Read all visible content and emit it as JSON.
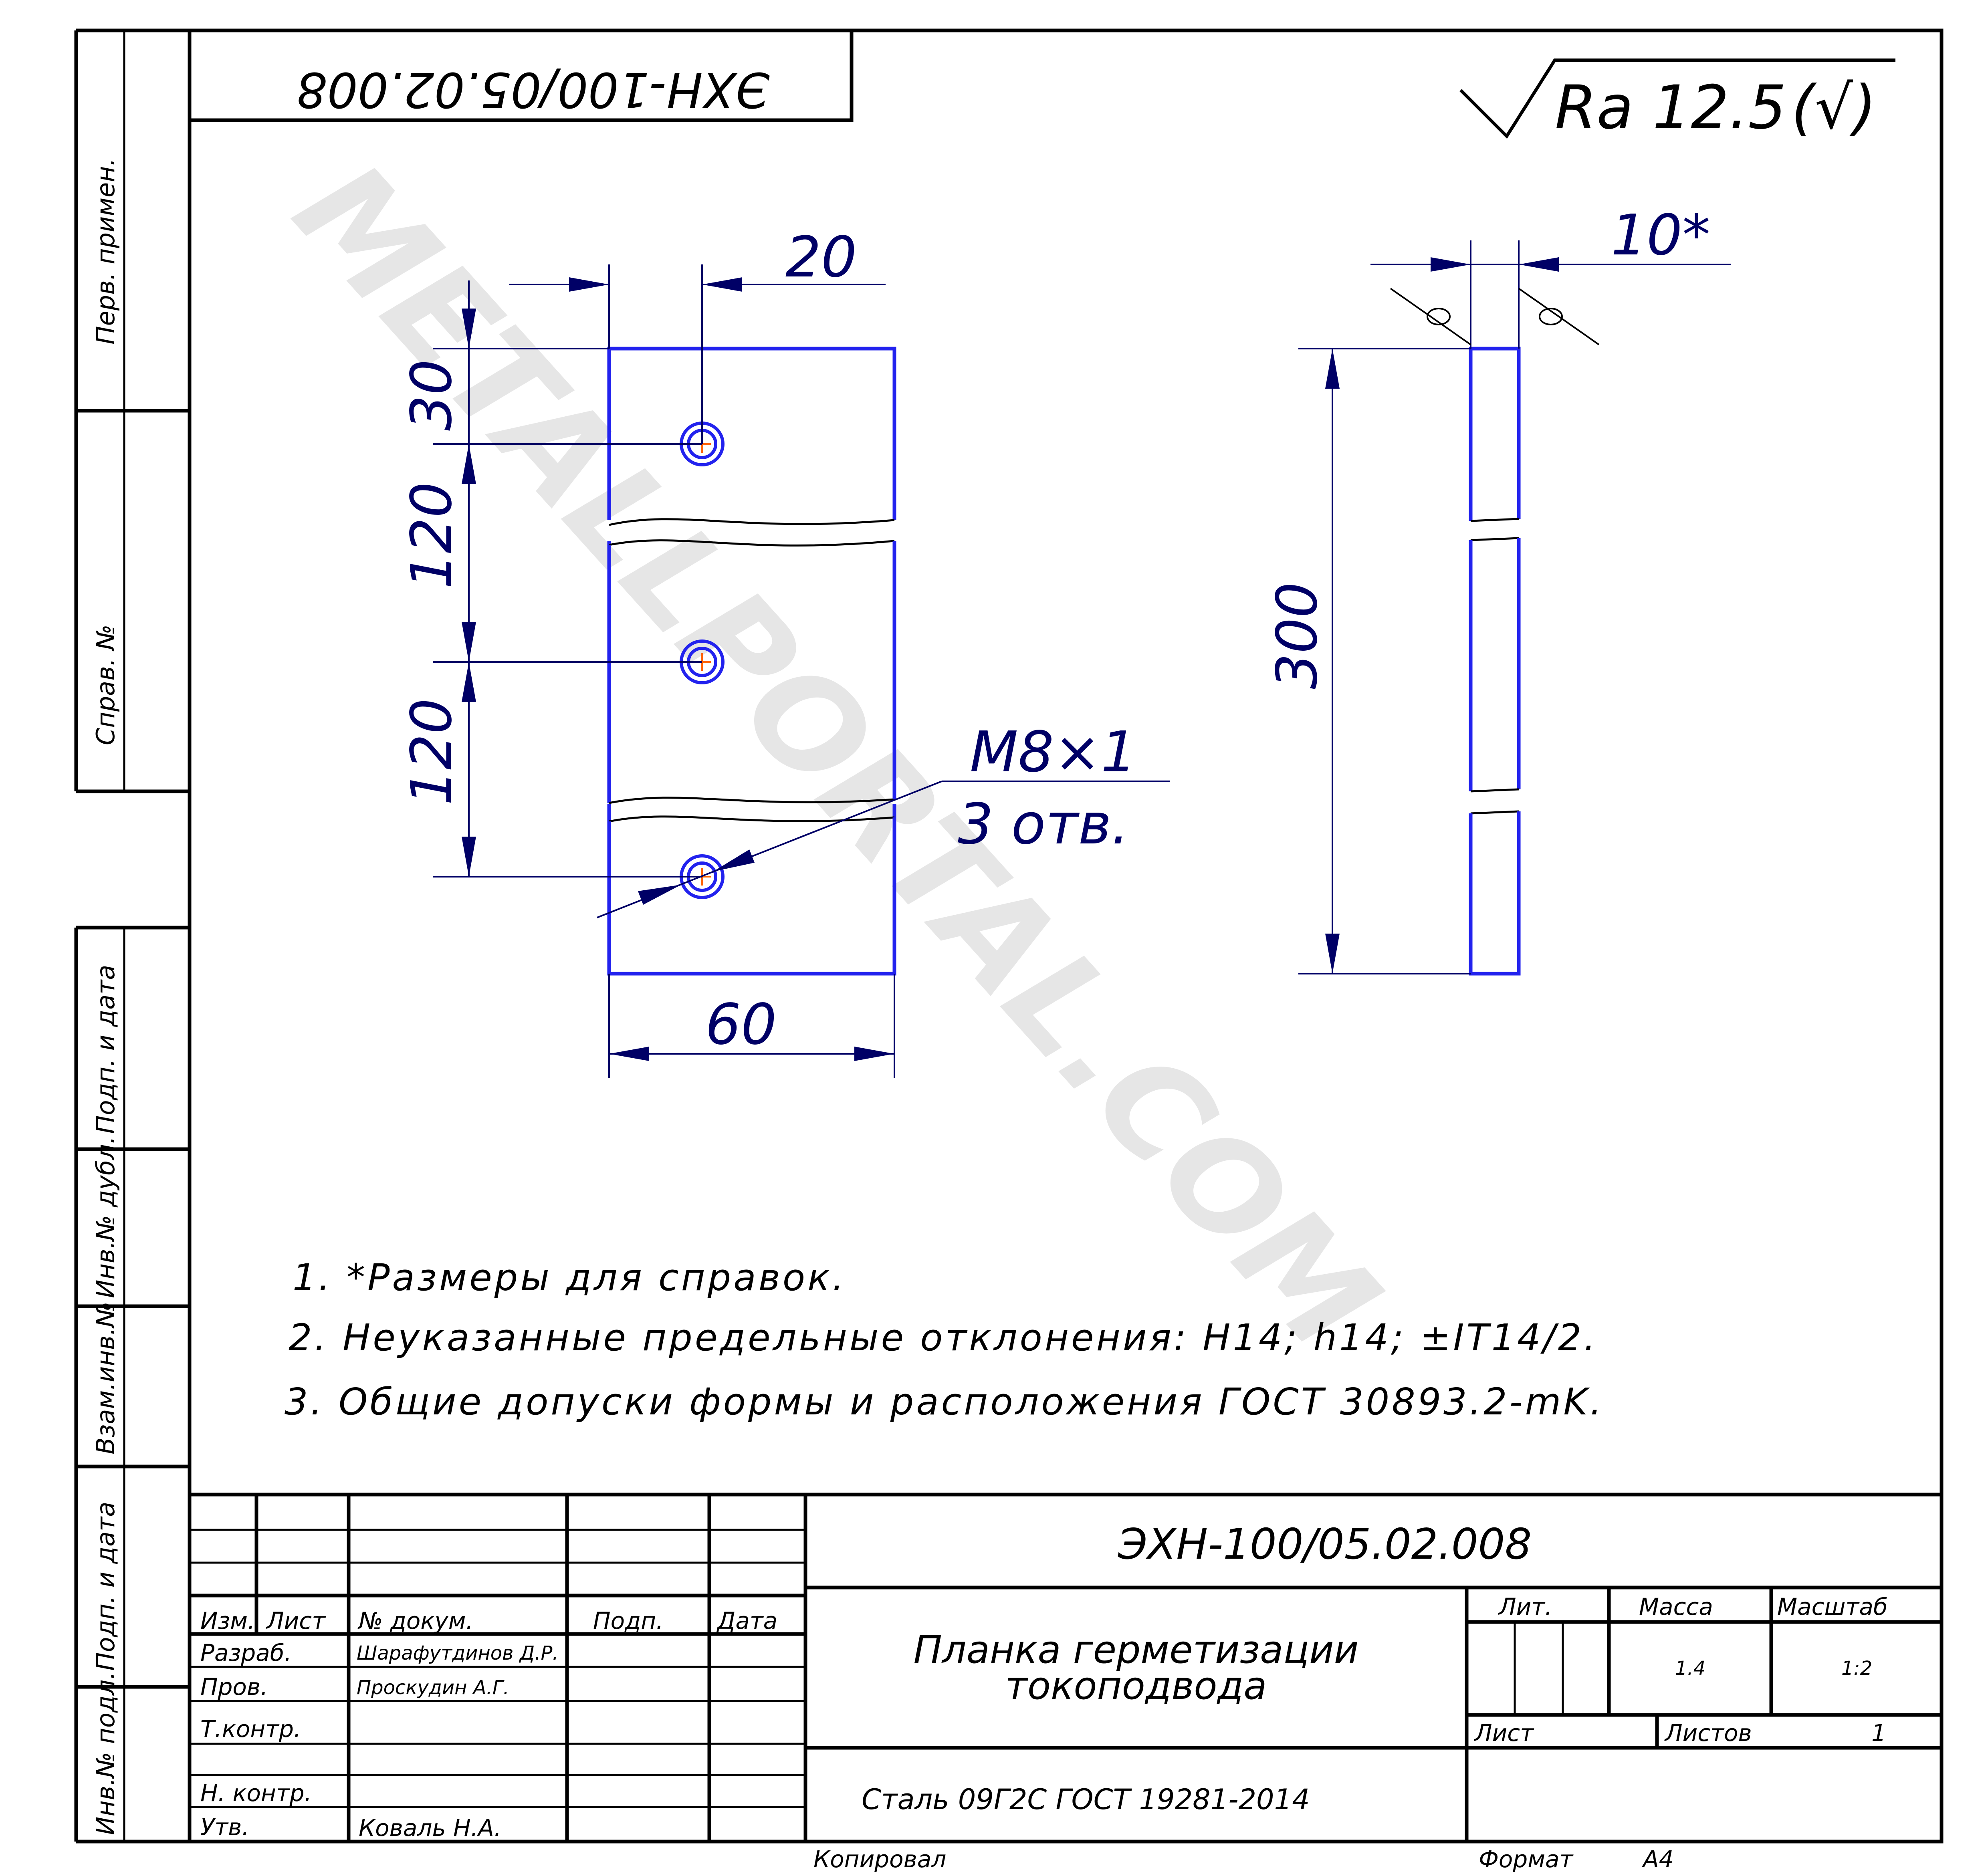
{
  "watermark": "METALLPORTAL.COM",
  "designation": "ЭХН-100/05.02.008",
  "designation_rotated": "ЭХН-100/05.02.008",
  "roughness": {
    "label": "Ra 12.5",
    "suffix": "(√)"
  },
  "dimensions": {
    "hole_offset": "20",
    "first_hole": "30",
    "pitch_1": "120",
    "pitch_2": "120",
    "width": "60",
    "length": "300",
    "thickness": "10*",
    "thread": "M8×1",
    "holes_count": "3 отв."
  },
  "notes": [
    "1.  *Размеры для справок.",
    "2. Неуказанные предельные отклонения: H14; h14; ±IT14/2.",
    "3. Общие допуски формы и расположения ГОСТ 30893.2-mK."
  ],
  "left_margin": {
    "perv_primen": "Перв. примен.",
    "sprav_no": "Справ. №",
    "podp_data_top": "Подп. и дата",
    "inv_dubl": "Инв.№ дубл.",
    "vzam_inv": "Взам.инв.№",
    "podp_data_bottom": "Подп. и дата",
    "inv_podl": "Инв.№ подл."
  },
  "title_block": {
    "designation": "ЭХН-100/05.02.008",
    "name_line1": "Планка герметизации",
    "name_line2": "токоподвода",
    "material": "Сталь 09Г2С ГОСТ 19281-2014",
    "headers": {
      "izm": "Изм.",
      "list": "Лист",
      "doc_no": "№ докум.",
      "podp": "Подп.",
      "data": "Дата"
    },
    "roles": {
      "razrab": "Разраб.",
      "prov": "Пров.",
      "t_kontr": "Т.контр.",
      "n_kontr": "Н. контр.",
      "utv": "Утв."
    },
    "people": {
      "razrab": "Шарафутдинов Д.Р.",
      "prov": "Проскудин А.Г.",
      "utv": "Коваль Н.А."
    },
    "lit_label": "Лит.",
    "massa_label": "Масса",
    "masshtab_label": "Масштаб",
    "massa_value": "1.4",
    "masshtab_value": "1:2",
    "list_label": "Лист",
    "listov_label": "Листов",
    "listov_value": "1",
    "kopiroval": "Копировал",
    "format_label": "Формат",
    "format_value": "A4"
  },
  "colors": {
    "part_outline": "#2222ee",
    "dimension": "#000066",
    "frame": "#000000",
    "hole_center": "#ff6600",
    "watermark": "#e6e6e6"
  }
}
